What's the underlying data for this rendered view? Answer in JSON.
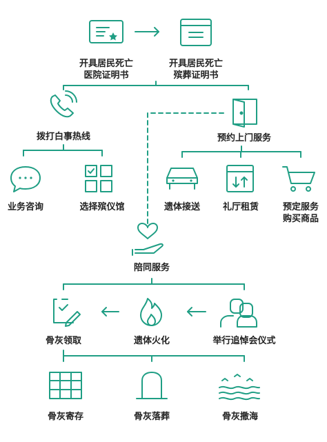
{
  "accent_color": "#1f9e84",
  "text_color": "#222222",
  "labels": {
    "hospital_certificate": [
      "开具居民死亡",
      "医院证明书"
    ],
    "cremation_certificate": [
      "开具居民死亡",
      "殡葬证明书"
    ],
    "hotline": "拨打白事热线",
    "home_service": "预约上门服务",
    "consult": "业务咨询",
    "choose_parlor": "选择殡仪馆",
    "body_transport": "遗体接送",
    "hall_rental": "礼厅租赁",
    "preorder": [
      "预定服务",
      "购买商品"
    ],
    "accompany": "陪同服务",
    "ash_collect": "骨灰领取",
    "cremation": "遗体火化",
    "memorial": "举行追悼会仪式",
    "ash_storage": "骨灰寄存",
    "ash_burial": "骨灰落葬",
    "ash_sea": "骨灰撒海"
  },
  "icons": [
    "certificate-icon",
    "document-icon",
    "phone-icon",
    "door-icon",
    "chat-icon",
    "grid-icon",
    "car-icon",
    "calendar-icon",
    "cart-icon",
    "heart-hand-icon",
    "clipboard-pen-icon",
    "flame-icon",
    "people-icon",
    "cabinet-icon",
    "tombstone-icon",
    "sea-bird-icon"
  ]
}
